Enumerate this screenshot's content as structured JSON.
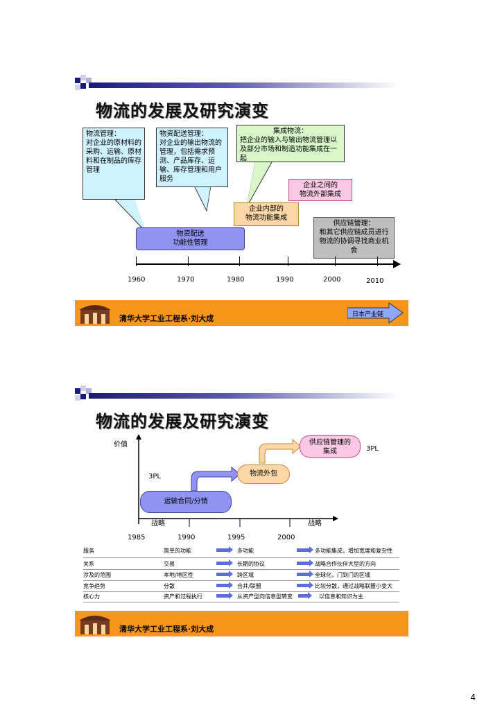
{
  "page_number": "4",
  "colors": {
    "footer": "#f8961c",
    "purple_box": "#8f94f0",
    "blue_box": "#cff2ff",
    "green_box": "#d7f7c8",
    "pink_box": "#f9c9e4",
    "peach_box": "#fbd6a7",
    "gray_box": "#bdbdbd"
  },
  "footer_text": "清华大学工业工程系·刘大成",
  "slide1": {
    "title": "物流的发展及研究演变",
    "box_logistics_mgmt": "物流管理：\n对企业的原材料的采购、运输、原材料和在制品的库存管理",
    "box_distribution_mgmt": "物资配送管理：\n对企业的输出物流的管理，包括需求预测、产品库存、运输、库存管理和用户服务",
    "box_integrated_title": "集成物流：",
    "box_integrated_body": "把企业的输入与输出物流管理以及部分市场和制造功能集成在一起",
    "box_external": "企业之间的\n物流外部集成",
    "box_internal": "企业内部的\n物流功能集成",
    "box_scm_title": "供应链管理：",
    "box_scm_body": "和其它供应链成员进行物流的协调寻找商业机会",
    "box_function_mgmt": "物资配送\n功能性管理",
    "years": [
      "1960",
      "1970",
      "1980",
      "1990",
      "2000",
      "2010"
    ],
    "arrow_button": "日本产业链"
  },
  "slide2": {
    "title": "物流的发展及研究演变",
    "y_label": "价值",
    "stage1": "运输合同/分销",
    "stage2": "物流外包",
    "stage3": "供应链管理的\n集成",
    "label_3pl_left": "3PL",
    "label_3pl_right": "3PL",
    "strategy_left": "战略",
    "strategy_right": "战略",
    "years": [
      "1985",
      "1990",
      "1995",
      "2000"
    ],
    "table": [
      {
        "label": "服务",
        "c1": "简单的功能",
        "c2": "多功能",
        "c3": "多功能集成，增加宽度和复杂性"
      },
      {
        "label": "关系",
        "c1": "交易",
        "c2": "长期的协议",
        "c3": "战略合作伙伴大型的方向"
      },
      {
        "label": "涉及的范围",
        "c1": "本地/地区性",
        "c2": "跨区域",
        "c3": "全球化，门到门的区域"
      },
      {
        "label": "竞争趋势",
        "c1": "分散",
        "c2": "合并/联盟",
        "c3": "比较分散，通过战略联盟小变大"
      },
      {
        "label": "核心力",
        "c1": "资产和过程执行",
        "c2": "从资产型向信息型转变",
        "c3": "以信息和知识为主"
      }
    ]
  }
}
